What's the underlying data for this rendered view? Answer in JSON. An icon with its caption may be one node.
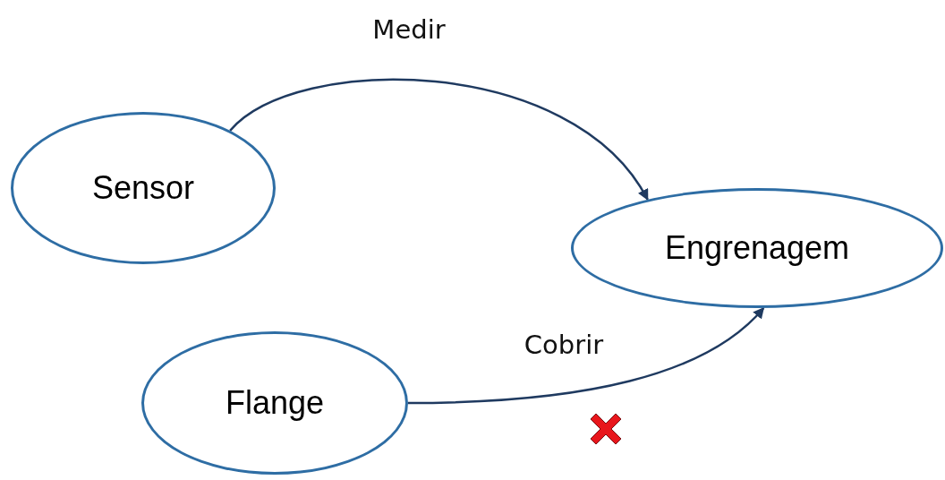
{
  "diagram": {
    "nodes": [
      {
        "text": [
          "Sensor"
        ]
      },
      {
        "text": [
          "Engrenagem"
        ]
      },
      {
        "text": [
          "Flange"
        ]
      }
    ],
    "edges": [
      {
        "from": 0,
        "to": 1,
        "arrow": "to",
        "label": "Medir"
      },
      {
        "from": 2,
        "to": 1,
        "arrow": "to",
        "label": "Cobrir"
      }
    ]
  }
}
